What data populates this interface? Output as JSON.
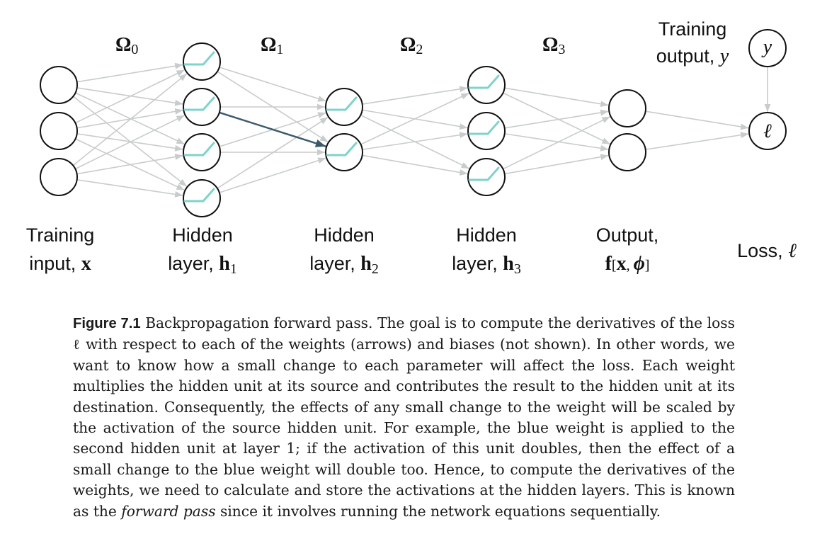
{
  "colors": {
    "edge": "#c8cccc",
    "highlight_edge": "#3d5a6c",
    "relu": "#7fd3cb",
    "node_stroke": "#111111"
  },
  "weights": {
    "omega0": {
      "sym": "Ω",
      "sub": "0"
    },
    "omega1": {
      "sym": "Ω",
      "sub": "1"
    },
    "omega2": {
      "sym": "Ω",
      "sub": "2"
    },
    "omega3": {
      "sym": "Ω",
      "sub": "3"
    }
  },
  "labels": {
    "input": {
      "line1": "Training",
      "line2": "input, ",
      "math": "x"
    },
    "h1": {
      "line1": "Hidden",
      "line2": "layer, ",
      "math": "h",
      "sub": "1"
    },
    "h2": {
      "line1": "Hidden",
      "line2": "layer, ",
      "math": "h",
      "sub": "2"
    },
    "h3": {
      "line1": "Hidden",
      "line2": "layer, ",
      "math": "h",
      "sub": "3"
    },
    "output": {
      "line1": "Output,",
      "f": "f",
      "open": "[",
      "x": "x",
      "comma": ", ",
      "phi": "ϕ",
      "close": "]"
    },
    "loss": {
      "text": "Loss, ",
      "math": "ℓ"
    },
    "training_output": {
      "line1": "Training",
      "line2": "output, ",
      "math": "y"
    }
  },
  "nodes": {
    "y": "y",
    "loss": "ℓ"
  },
  "caption": {
    "figure_label": "Figure 7.1",
    "body": "Backpropagation forward pass. The goal is to compute the derivatives of the loss ℓ with respect to each of the weights (arrows) and biases (not shown). In other words, we want to know how a small change to each parameter will affect the loss. Each weight multiplies the hidden unit at its source and contributes the result to the hidden unit at its destination. Consequently, the effects of any small change to the weight will be scaled by the activation of the source hidden unit. For example, the blue weight is applied to the second hidden unit at layer 1; if the activation of this unit doubles, then the effect of a small change to the blue weight will double too. Hence, to compute the derivatives of the weights, we need to calculate and store the activations at the hidden layers. This is known as the",
    "emphasis": "forward pass",
    "tail": " since it involves running the network equations sequentially."
  }
}
